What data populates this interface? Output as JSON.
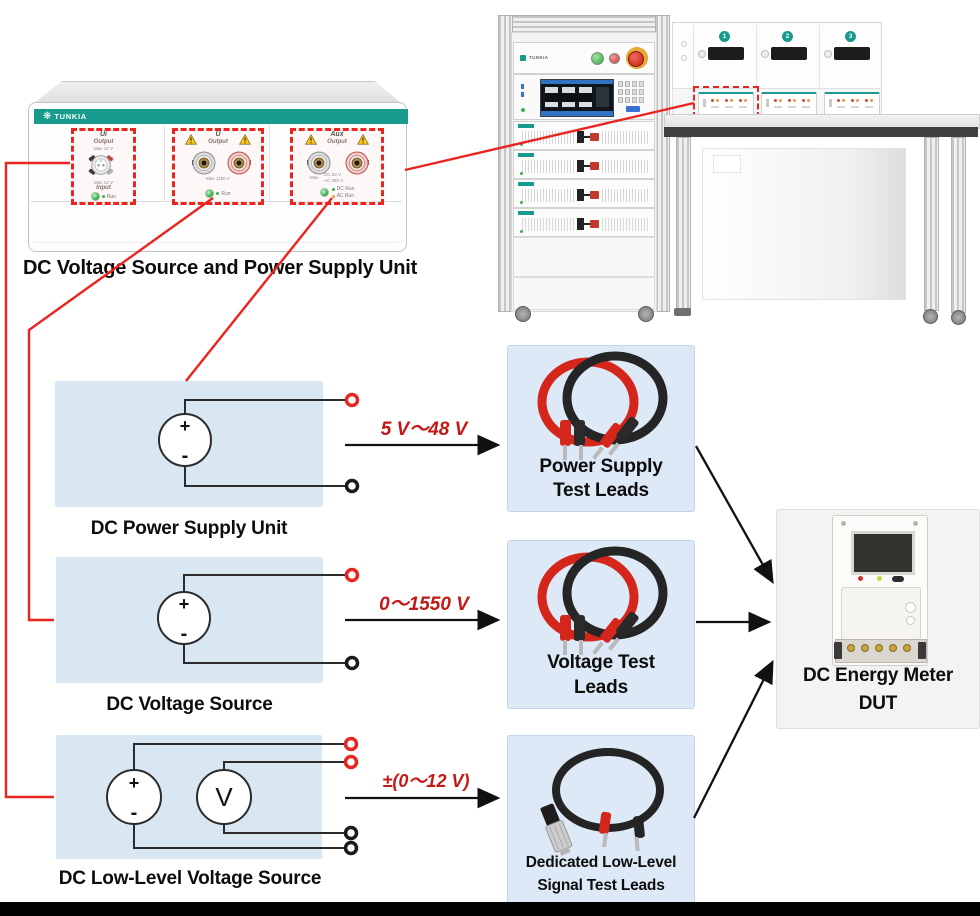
{
  "device": {
    "brand": "TUNKIA",
    "caption": "DC Voltage Source and Power Supply Unit",
    "panels": {
      "ui": {
        "title": "Ui",
        "output_label": "Output",
        "output_max": "Max 12 V",
        "input_max": "Max 12 V",
        "input_label": "Input",
        "run": "Run"
      },
      "u": {
        "title": "U",
        "output_label": "Output",
        "max": "Max 1150 V",
        "run": "Run"
      },
      "aux": {
        "title": "Aux",
        "output_label": "Output",
        "max_prefix": "Max",
        "dc_max": "DC 63 V",
        "ac_max": "AC 280 V",
        "dc_run": "DC Run",
        "ac_run": "AC Run"
      }
    }
  },
  "station": {
    "brand": "TUNKIA",
    "bays": [
      "1",
      "2",
      "3"
    ]
  },
  "sources": [
    {
      "caption": "DC Power Supply Unit",
      "range": "5 V～48 V",
      "plus": "+",
      "minus": "-"
    },
    {
      "caption": "DC Voltage Source",
      "range": "0～1550 V",
      "plus": "+",
      "minus": "-"
    },
    {
      "caption": "DC Low-Level Voltage Source",
      "range": "±(0～12 V)",
      "plus": "+",
      "minus": "-",
      "meter": "V"
    }
  ],
  "leads": [
    {
      "line1": "Power Supply",
      "line2": "Test Leads"
    },
    {
      "line1": "Voltage Test",
      "line2": "Leads"
    },
    {
      "line1": "Dedicated Low-Level",
      "line2": "Signal Test Leads"
    }
  ],
  "dut": {
    "line1": "DC Energy Meter",
    "line2": "DUT"
  },
  "colors": {
    "teal": "#189a8c",
    "line_red": "#e8251f",
    "label_red": "#c21b17",
    "box_blue": "#d9e7f2",
    "dut_gray": "#f3f3f2"
  }
}
